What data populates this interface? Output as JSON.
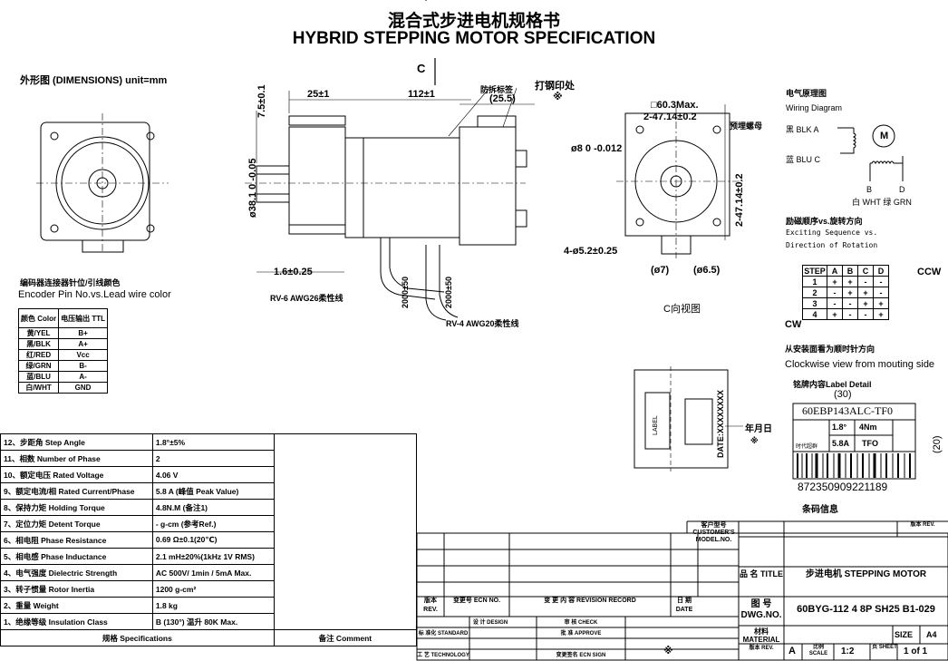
{
  "header": {
    "title_cn": "混合式步进电机规格书",
    "title_en": "HYBRID STEPPING MOTOR SPECIFICATION"
  },
  "dimensions_label": "外形图 (DIMENSIONS)   unit=mm",
  "side_view": {
    "c_mark": "C",
    "dim_25": "25±1",
    "dim_112": "112±1",
    "dim_25_5": "(25.5)",
    "anti_label": "防拆标签",
    "stamp": "打钢印处",
    "stamp_mark": "※",
    "dim_7_5": "7.5±0.1",
    "dim_38": "ø38.1 0 -0.05",
    "dim_1_6": "1.6±0.25",
    "dim_2000a": "2000±50",
    "dim_2000b": "2000±50",
    "rv6": "RV-6 AWG26柔性线",
    "rv4": "RV-4 AWG20柔性线"
  },
  "c_view": {
    "dim_60": "□60.3Max.",
    "dim_47a": "2-47.14±0.2",
    "dim_47b": "2-47.14±0.2",
    "nut": "预埋螺母",
    "shaft": "ø8 0 -0.012",
    "holes": "4-ø5.2±0.25",
    "d7": "(ø7)",
    "d65": "(ø6.5)",
    "caption": "C向视图"
  },
  "wiring": {
    "title_cn": "电气原理图",
    "title_en": "Wiring Diagram",
    "blk": "黑 BLK  A",
    "blu": "蓝 BLU  C",
    "m": "M",
    "b": "B",
    "d": "D",
    "wht_grn": "白 WHT  绿 GRN",
    "seq_cn": "励磁顺序vs.旋转方向",
    "seq_en1": "Exciting Sequence vs.",
    "seq_en2": "Direction of Rotation",
    "ccw": "CCW",
    "cw": "CW",
    "note_cn": "从安装面看为顺时针方向",
    "note_en": "Clockwise view from mouting side"
  },
  "step_table": {
    "header": [
      "STEP",
      "A",
      "B",
      "C",
      "D"
    ],
    "rows": [
      [
        "1",
        "+",
        "+",
        "-",
        "-"
      ],
      [
        "2",
        "-",
        "+",
        "+",
        "-"
      ],
      [
        "3",
        "-",
        "-",
        "+",
        "+"
      ],
      [
        "4",
        "+",
        "-",
        "-",
        "+"
      ]
    ]
  },
  "encoder": {
    "title_cn": "编码器连接器针位/引线颜色",
    "title_en": "Encoder Pin No.vs.Lead wire color",
    "header": [
      "颜色 Color",
      "电压输出 TTL"
    ],
    "rows": [
      [
        "黄/YEL",
        "B+"
      ],
      [
        "黑/BLK",
        "A+"
      ],
      [
        "红/RED",
        "Vcc"
      ],
      [
        "绿/GRN",
        "B-"
      ],
      [
        "蓝/BLU",
        "A-"
      ],
      [
        "白/WHT",
        "GND"
      ]
    ]
  },
  "label_detail": {
    "title": "铭牌内容Label Detail",
    "dim30": "(30)",
    "dim20": "(20)",
    "model": "60EBP143ALC-TF0",
    "angle": "1.8°",
    "torque": "4Nm",
    "current": "5.8A",
    "tfo": "TFO",
    "brand": "时代超群",
    "barcode": "872350909221189",
    "barcode_cn": "条码信息",
    "date_side": "DATE:XXXXXXXX",
    "label_side": "LABEL",
    "year_month": "年月日",
    "ym_mark": "※"
  },
  "specs": {
    "rows": [
      [
        "12、步距角 Step Angle",
        "1.8°±5%"
      ],
      [
        "11、相数 Number of Phase",
        "2"
      ],
      [
        "10、额定电压 Rated Voltage",
        "4.06 V"
      ],
      [
        "9、额定电流/相 Rated Current/Phase",
        "5.8 A (峰值 Peak Value)"
      ],
      [
        "8、保持力矩 Holding Torque",
        "4.8N.M   (备注1)"
      ],
      [
        "7、定位力矩  Detent Torque",
        "- g-cm (参考Ref.)"
      ],
      [
        "6、相电阻 Phase Resistance",
        "0.69 Ω±0.1(20℃)"
      ],
      [
        "5、相电感 Phase Inductance",
        "2.1 mH±20%(1kHz 1V RMS)"
      ],
      [
        "4、电气强度 Dielectric Strength",
        "AC 500V/ 1min / 5mA Max."
      ],
      [
        "3、转子惯量 Rotor Inertia",
        "1200 g-cm²"
      ],
      [
        "2、重量 Weight",
        "1.8 kg"
      ],
      [
        "1、绝缘等级 Insulation Class",
        "B (130°) 温升 80K Max."
      ]
    ],
    "footer_spec": "规格 Specifications",
    "footer_comment": "备注 Comment"
  },
  "title_block": {
    "customer_model": "客户型号 CUSTOMER'S MODEL.NO.",
    "rev_top": "版本 REV.",
    "rev": "版本 REV.",
    "ecn": "变更号 ECN NO.",
    "record": "变 更 内 容 REVISION RECORD",
    "date": "日 期 DATE",
    "design": "设 计 DESIGN",
    "check": "审 核 CHECK",
    "standard": "标 准化 STANDARD",
    "approve": "批 准 APPROVE",
    "technology": "工 艺 TECHNOLOGY",
    "ecn_sign": "变更签名 ECN SIGN",
    "star": "※",
    "name_label": "品 名 TITLE",
    "name_value": "步进电机 STEPPING MOTOR",
    "dwg_label": "图 号 DWG.NO.",
    "dwg_value": "60BYG-112 4 8P SH25 B1-029",
    "material": "材料 MATERIAL",
    "size_label": "SIZE",
    "size_value": "A4",
    "rev_label": "版本 REV.",
    "rev_value": "A",
    "scale_label": "比例 SCALE",
    "scale_value": "1:2",
    "sheet_label": "页 SHEET",
    "sheet_value": "1 of 1"
  }
}
